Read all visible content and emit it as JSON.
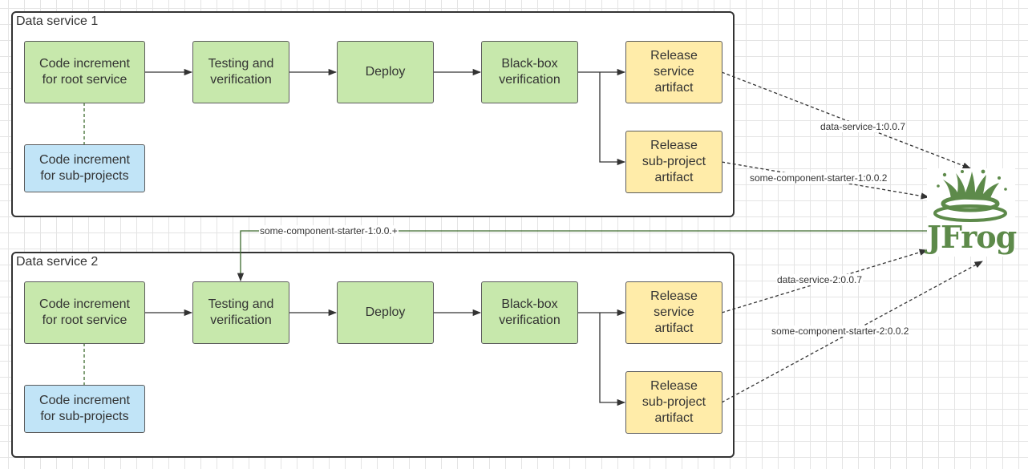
{
  "groups": [
    {
      "title": "Data service 1"
    },
    {
      "title": "Data service 2"
    }
  ],
  "service1": {
    "code_root": "Code increment\nfor root service",
    "code_sub": "Code increment\nfor sub-projects",
    "testing": "Testing and\nverification",
    "deploy": "Deploy",
    "blackbox": "Black-box\nverification",
    "release_service": "Release\nservice\nartifact",
    "release_sub": "Release\nsub-project\nartifact"
  },
  "service2": {
    "code_root": "Code increment\nfor root service",
    "code_sub": "Code increment\nfor sub-projects",
    "testing": "Testing and\nverification",
    "deploy": "Deploy",
    "blackbox": "Black-box\nverification",
    "release_service": "Release\nservice\nartifact",
    "release_sub": "Release\nsub-project\nartifact"
  },
  "edge_labels": {
    "ds1_service": "data-service-1:0.0.7",
    "ds1_sub": "some-component-starter-1:0.0.2",
    "dependency": "some-component-starter-1:0.0.+",
    "ds2_service": "data-service-2:0.0.7",
    "ds2_sub": "some-component-starter-2:0.0.2"
  },
  "logo": {
    "text": "JFrog",
    "color": "#5d8a4a"
  },
  "colors": {
    "process": "#c7e8ac",
    "code_sub": "#c1e4f7",
    "release": "#ffeca9",
    "line": "#333333"
  }
}
